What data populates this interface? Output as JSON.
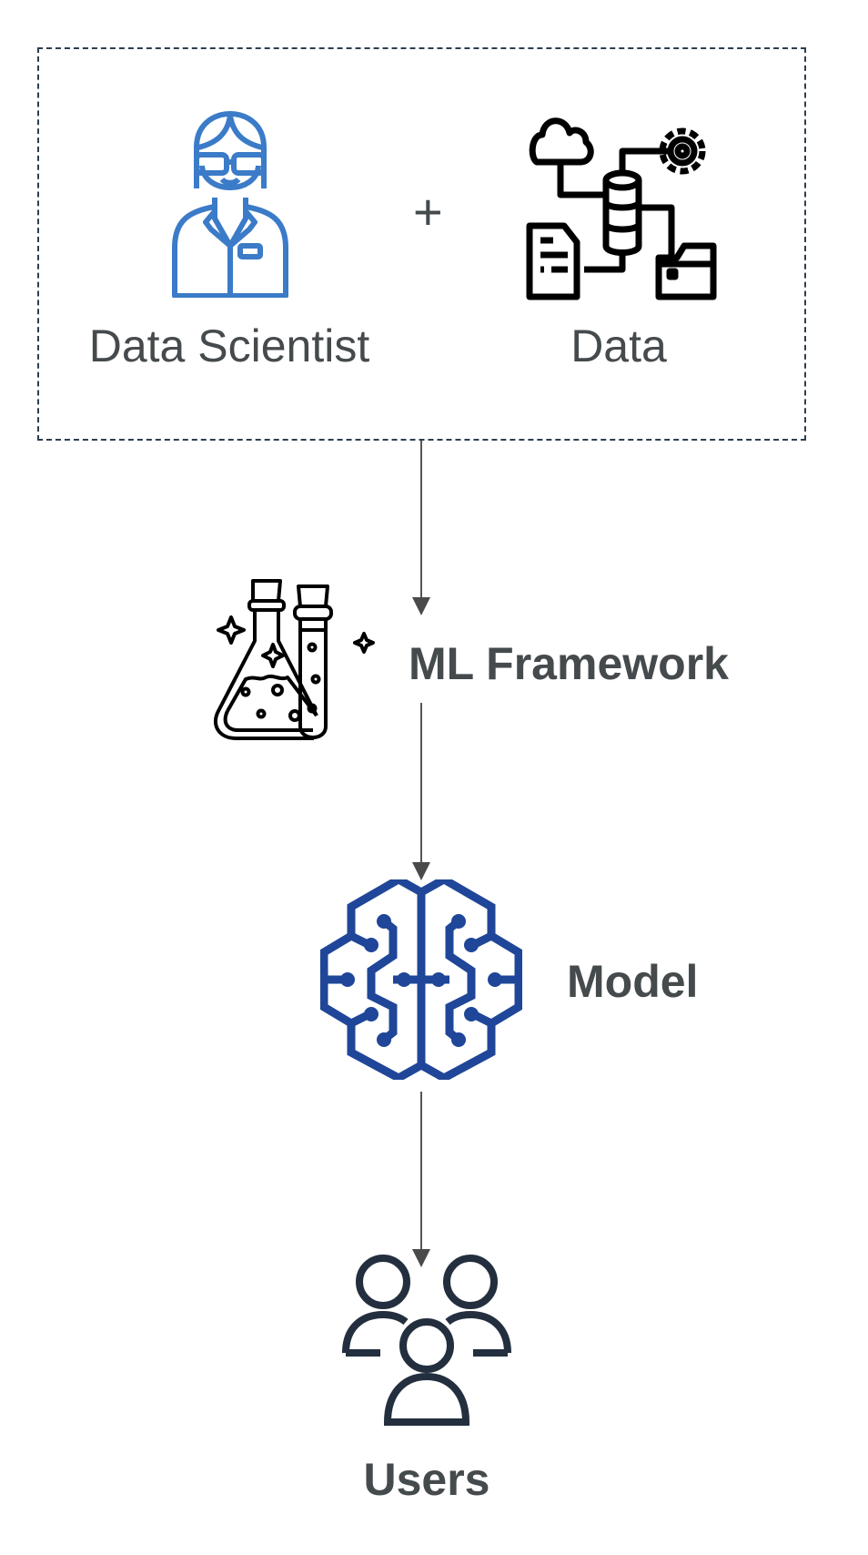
{
  "nodes": {
    "data_scientist": {
      "label": "Data Scientist",
      "icon": "scientist-icon",
      "color": "#3b7bc8"
    },
    "plus": {
      "label": "+"
    },
    "data": {
      "label": "Data",
      "icon": "data-pipeline-icon",
      "color": "#000000"
    },
    "ml_framework": {
      "label": "ML Framework",
      "icon": "lab-flask-icon",
      "color": "#000000"
    },
    "model": {
      "label": "Model",
      "icon": "brain-circuit-icon",
      "color": "#1f4698"
    },
    "users": {
      "label": "Users",
      "icon": "users-group-icon",
      "color": "#232f3e"
    }
  }
}
